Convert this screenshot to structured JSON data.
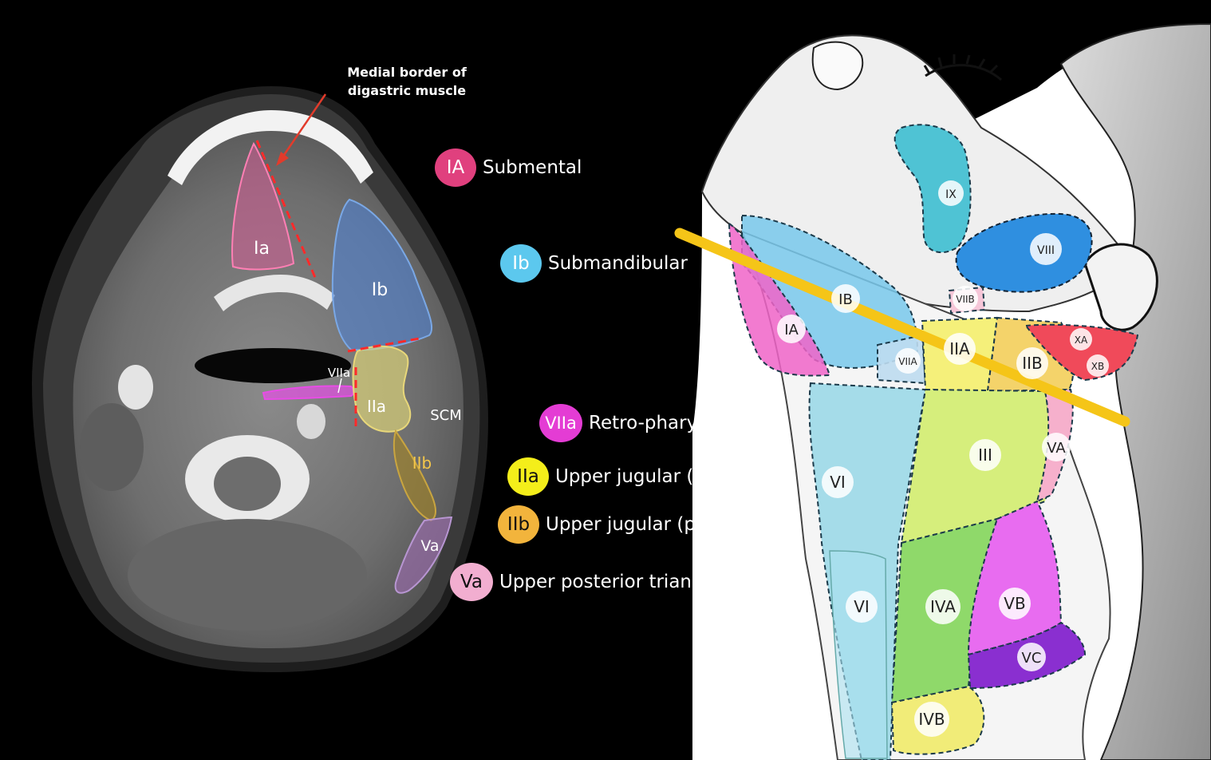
{
  "annotation": {
    "line1": "Medial border of",
    "line2": "digastric muscle"
  },
  "ct_labels": {
    "ia": "Ia",
    "ib": "Ib",
    "viia": "VIIa",
    "iia": "IIa",
    "scm": "SCM",
    "iib": "IIb",
    "va": "Va"
  },
  "legend": [
    {
      "code": "IA",
      "label": "Submental",
      "color": "#e0407e",
      "text_color": "#ffffff"
    },
    {
      "code": "Ib",
      "label": "Submandibular",
      "color": "#5cc8ee",
      "text_color": "#ffffff"
    },
    {
      "code": "VIIa",
      "label": "Retro-pharyngeal",
      "color": "#e43cd4",
      "text_color": "#ffffff"
    },
    {
      "code": "IIa",
      "label": "Upper jugular (anterior)",
      "color": "#f4ee1a",
      "text_color": "#111111"
    },
    {
      "code": "IIb",
      "label": "Upper jugular (posterior)",
      "color": "#f2b43c",
      "text_color": "#111111"
    },
    {
      "code": "Va",
      "label": "Upper posterior triangle",
      "color": "#f2aed0",
      "text_color": "#111111"
    }
  ],
  "illustration_labels": {
    "ix": "IX",
    "viii": "VIII",
    "viib": "VIIB",
    "ia": "IA",
    "ib": "IB",
    "viia": "VIIA",
    "iia": "IIA",
    "iib": "IIB",
    "xa": "XA",
    "xb": "XB",
    "va": "VA",
    "iii": "III",
    "vi_upper": "VI",
    "vi_lower": "VI",
    "iva": "IVA",
    "vb": "VB",
    "vc": "VC",
    "ivb": "IVB"
  }
}
